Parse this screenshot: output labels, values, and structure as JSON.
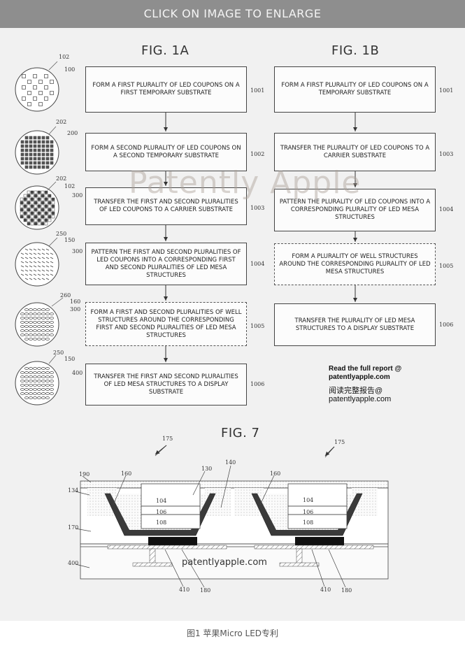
{
  "banner": "CLICK ON IMAGE TO ENLARGE",
  "fig1a": {
    "title": "FIG. 1A",
    "steps": [
      {
        "text": "FORM A FIRST PLURALITY OF LED COUPONS ON A FIRST TEMPORARY SUBSTRATE",
        "ref": "1001"
      },
      {
        "text": "FORM A SECOND PLURALITY OF LED COUPONS ON A SECOND TEMPORARY SUBSTRATE",
        "ref": "1002"
      },
      {
        "text": "TRANSFER THE FIRST AND SECOND PLURALITIES OF LED COUPONS TO A CARRIER SUBSTRATE",
        "ref": "1003"
      },
      {
        "text": "PATTERN THE FIRST AND SECOND PLURALITIES OF LED COUPONS INTO A CORRESPONDING FIRST AND SECOND PLURALITIES OF LED MESA STRUCTURES",
        "ref": "1004"
      },
      {
        "text": "FORM A FIRST AND SECOND PLURALITIES OF WELL STRUCTURES AROUND THE CORRESPONDING FIRST AND SECOND PLURALITIES OF LED MESA STRUCTURES",
        "ref": "1005"
      },
      {
        "text": "TRANSFER THE FIRST AND SECOND PLURALITIES OF LED MESA STRUCTURES TO A DISPLAY SUBSTRATE",
        "ref": "1006"
      }
    ],
    "wafers": [
      {
        "labels": [
          "102",
          "100"
        ]
      },
      {
        "labels": [
          "202",
          "200"
        ]
      },
      {
        "labels": [
          "202",
          "102",
          "300"
        ]
      },
      {
        "labels": [
          "250",
          "150",
          "300"
        ]
      },
      {
        "labels": [
          "260",
          "160",
          "300"
        ]
      },
      {
        "labels": [
          "250",
          "150",
          "400"
        ]
      }
    ]
  },
  "fig1b": {
    "title": "FIG. 1B",
    "steps": [
      {
        "text": "FORM A FIRST PLURALITY OF LED COUPONS ON A TEMPORARY SUBSTRATE",
        "ref": "1001"
      },
      {
        "text": "TRANSFER THE PLURALITY OF LED COUPONS TO A CARRIER SUBSTRATE",
        "ref": "1003"
      },
      {
        "text": "PATTERN THE PLURALITY OF LED COUPONS INTO A CORRESPONDING PLURALITY OF LED MESA STRUCTURES",
        "ref": "1004"
      },
      {
        "text": "FORM A PLURALITY OF WELL STRUCTURES AROUND THE CORRESPONDING PLURALITY OF LED MESA STRUCTURES",
        "ref": "1005"
      },
      {
        "text": "TRANSFER THE PLURALITY OF LED MESA STRUCTURES TO A DISPLAY SUBSTRATE",
        "ref": "1006"
      }
    ]
  },
  "promo": {
    "line1": "Read the full report @",
    "line2": "patentlyapple.com",
    "line3": "阅读完整报告@",
    "line4": "patentlyapple.com"
  },
  "watermark": "Patently Apple",
  "fig7": {
    "title": "FIG. 7",
    "refs": {
      "r175a": "175",
      "r175b": "175",
      "r190": "190",
      "r134": "134",
      "r170": "170",
      "r400": "400",
      "r160a": "160",
      "r130": "130",
      "r140": "140",
      "r160b": "160",
      "r104a": "104",
      "r106a": "106",
      "r108a": "108",
      "r104b": "104",
      "r106b": "106",
      "r108b": "108",
      "r410a": "410",
      "r180a": "180",
      "r410b": "410",
      "r180b": "180"
    },
    "site": "patentlyapple.com"
  },
  "caption": "图1  苹果Micro LED专利"
}
